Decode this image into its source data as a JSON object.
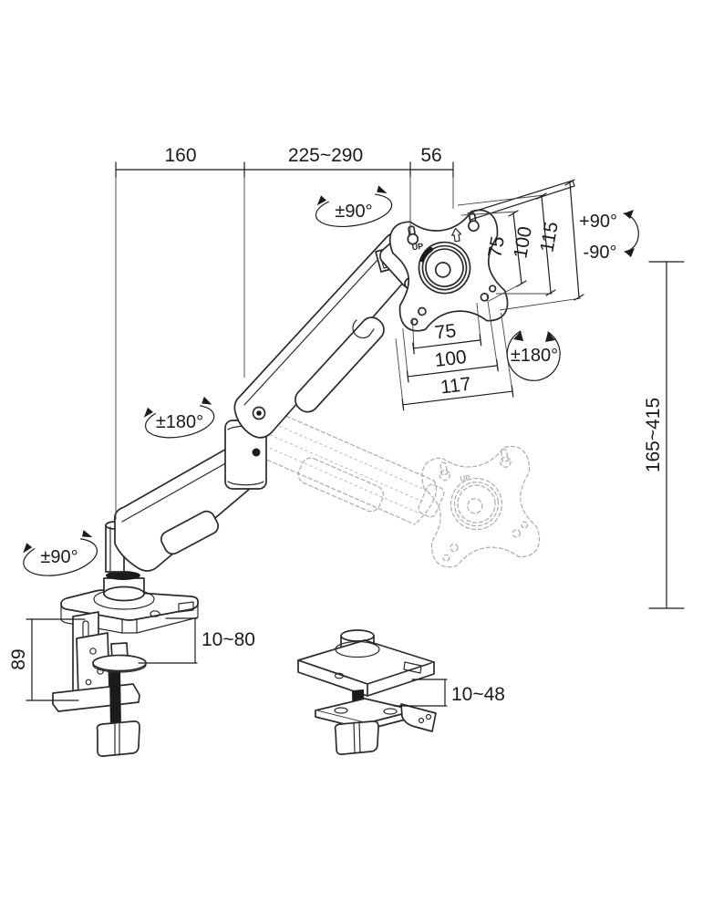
{
  "diagram": {
    "description": "Technical line drawing of a gas-spring single monitor desk mount arm with dimensions and rotation ranges",
    "colors": {
      "line": "#2b2b2b",
      "dimension": "#1b1b1b",
      "ghost": "#b0b0b0",
      "background": "#ffffff"
    },
    "labels": {
      "dim_reach_base": "160",
      "dim_reach_arm": "225~290",
      "dim_reach_head": "56",
      "vesa_side_75": "75",
      "vesa_side_100": "100",
      "vesa_side_115": "115",
      "vesa_bottom_75": "75",
      "vesa_bottom_100": "100",
      "vesa_bottom_117": "117",
      "dim_height_range": "165~415",
      "dim_clamp_bracket_height": "89",
      "dim_desk_thickness_clamp": "10~80",
      "dim_desk_thickness_grommet": "10~48",
      "rot_swivel_top": "±90°",
      "rot_tilt_up": "+90°",
      "rot_tilt_down": "-90°",
      "rot_vesa_plate": "±180°",
      "rot_elbow": "±180°",
      "rot_base": "±90°",
      "up_main": "UP",
      "up_ghost": "UP"
    }
  }
}
